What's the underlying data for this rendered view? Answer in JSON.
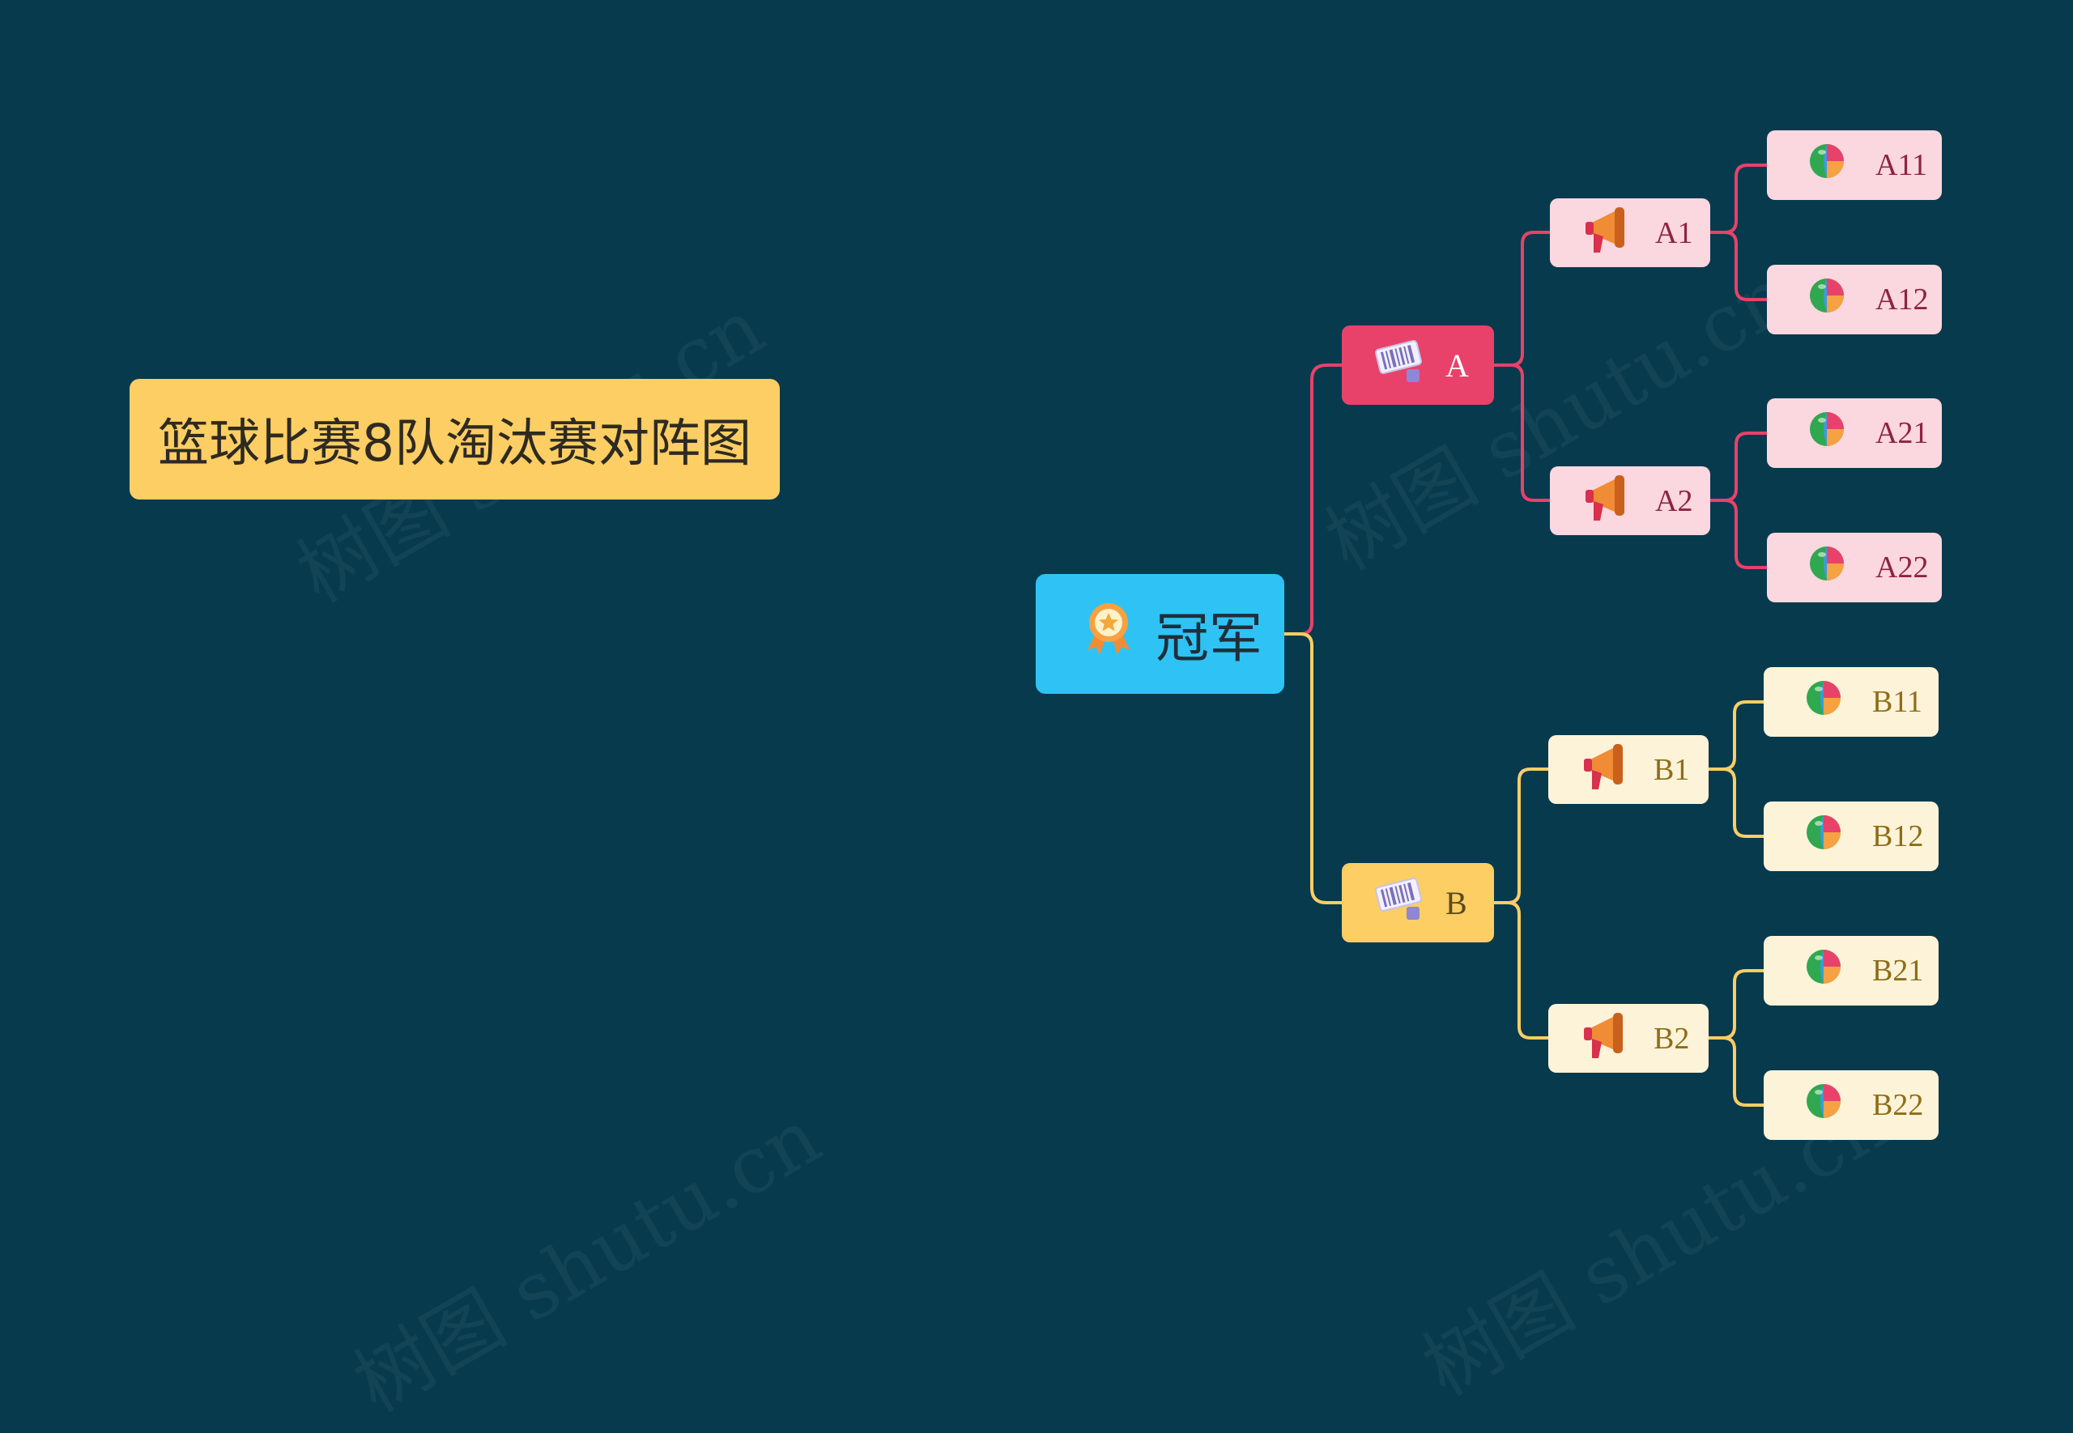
{
  "title": "篮球比赛8队淘汰赛对阵图",
  "root": {
    "label": "冠军",
    "icon": "award-ribbon-icon"
  },
  "colors": {
    "background": "#073a4d",
    "title_bg": "#fcce63",
    "root_bg": "#2ec3f4",
    "branch_a": "#e8426a",
    "branch_a_light": "#fbd7df",
    "branch_b": "#fcce63",
    "branch_b_light": "#fdf3d8"
  },
  "branches": [
    {
      "label": "A",
      "icon": "barcode-scanner-icon",
      "children": [
        {
          "label": "A1",
          "icon": "megaphone-icon",
          "children": [
            {
              "label": "A11",
              "icon": "beach-ball-icon"
            },
            {
              "label": "A12",
              "icon": "beach-ball-icon"
            }
          ]
        },
        {
          "label": "A2",
          "icon": "megaphone-icon",
          "children": [
            {
              "label": "A21",
              "icon": "beach-ball-icon"
            },
            {
              "label": "A22",
              "icon": "beach-ball-icon"
            }
          ]
        }
      ]
    },
    {
      "label": "B",
      "icon": "barcode-scanner-icon",
      "children": [
        {
          "label": "B1",
          "icon": "megaphone-icon",
          "children": [
            {
              "label": "B11",
              "icon": "beach-ball-icon"
            },
            {
              "label": "B12",
              "icon": "beach-ball-icon"
            }
          ]
        },
        {
          "label": "B2",
          "icon": "megaphone-icon",
          "children": [
            {
              "label": "B21",
              "icon": "beach-ball-icon"
            },
            {
              "label": "B22",
              "icon": "beach-ball-icon"
            }
          ]
        }
      ]
    }
  ]
}
